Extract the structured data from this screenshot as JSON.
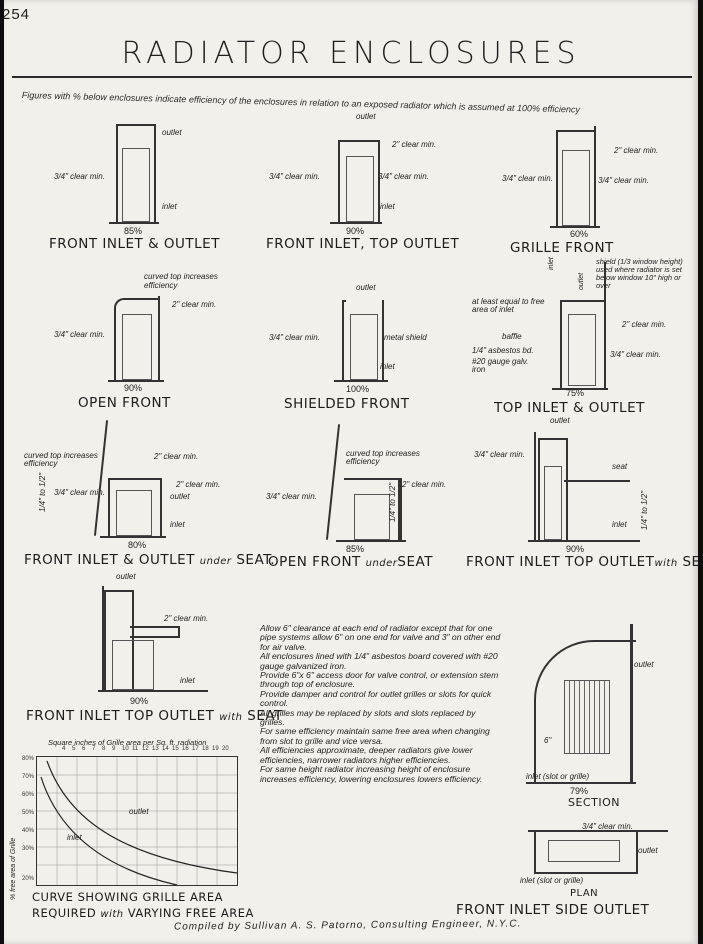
{
  "page": {
    "number": "254",
    "title": "RADIATOR ENCLOSURES",
    "intro": "Figures with % below enclosures indicate efficiency of the enclosures in relation to an exposed radiator which is assumed at 100% efficiency",
    "credit": "Compiled by Sullivan A. S. Patorno, Consulting Engineer, N.Y.C."
  },
  "figures": [
    {
      "caption": "FRONT INLET & OUTLET",
      "percent": "85%",
      "labels": [
        "outlet",
        "3/4\" clear min.",
        "inlet"
      ]
    },
    {
      "caption": "FRONT INLET, TOP OUTLET",
      "percent": "90%",
      "labels": [
        "outlet",
        "2\" clear min.",
        "3/4\" clear min.",
        "3/4\" clear min.",
        "inlet"
      ]
    },
    {
      "caption": "GRILLE FRONT",
      "percent": "60%",
      "labels": [
        "2\" clear min.",
        "3/4\" clear min.",
        "3/4\" clear min."
      ]
    },
    {
      "caption": "OPEN FRONT",
      "percent": "90%",
      "labels": [
        "curved top increases efficiency",
        "2\" clear min.",
        "3/4\" clear min."
      ]
    },
    {
      "caption": "SHIELDED FRONT",
      "percent": "100%",
      "labels": [
        "outlet",
        "3/4\" clear min.",
        "metal shield",
        "inlet"
      ]
    },
    {
      "caption": "TOP INLET & OUTLET",
      "percent": "75%",
      "labels": [
        "shield (1/3 window height) used where radiator is set below window 10\" high or over",
        "at least equal to free area of inlet",
        "2\" clear min.",
        "baffle",
        "1/4\" asbestos bd.",
        "#20 gauge galv. iron",
        "3/4\" clear min.",
        "inlet",
        "outlet"
      ]
    },
    {
      "caption": "FRONT INLET & OUTLET",
      "caption_small": "under",
      "caption_end": "SEAT.",
      "percent": "80%",
      "labels": [
        "curved top increases efficiency",
        "2\" clear min.",
        "2\" clear min.",
        "3/4\" clear min.",
        "outlet",
        "inlet",
        "1/4\" to 1/2\""
      ]
    },
    {
      "caption": "OPEN FRONT",
      "caption_small": "under",
      "caption_end": "SEAT",
      "percent": "85%",
      "labels": [
        "curved top increases efficiency",
        "2\" clear min.",
        "3/4\" clear min.",
        "1/4\" to 1/2\""
      ]
    },
    {
      "caption": "FRONT INLET TOP OUTLET",
      "caption_small": "with",
      "caption_end": "SEAT",
      "percent": "90%",
      "labels": [
        "outlet",
        "3/4\" clear min.",
        "seat",
        "inlet",
        "1/4\" to 1/2\""
      ]
    },
    {
      "caption": "FRONT INLET TOP OUTLET",
      "caption_small": "with",
      "caption_end": "SEAT",
      "percent": "90%",
      "labels": [
        "outlet",
        "2\" clear min.",
        "inlet"
      ]
    }
  ],
  "notes": [
    "Allow 6\" clearance at each end of radiator except that for one pipe systems allow 6\" on one end for valve and 3\" on other end for air valve.",
    "All enclosures lined with 1/4\" asbestos board covered with #20 gauge galvanized iron.",
    "Provide 6\"x 6\" access door for valve control, or extension stem through top of enclosure.",
    "Provide damper and control for outlet grilles or slots for quick control.",
    "All grilles may be replaced by slots and slots replaced by grilles.",
    "For same efficiency maintain same free area when changing from slot to grille and vice versa.",
    "All efficiencies approximate, deeper radiators give lower efficiencies, narrower radiators higher efficiencies.",
    "For same height radiator increasing height of enclosure increases efficiency, lowering enclosures lowers efficiency."
  ],
  "graph": {
    "top_label": "Square inches of Grille area per Sq. ft. radiation",
    "x_ticks": [
      "4",
      "5",
      "6",
      "7",
      "8",
      "9",
      "10",
      "11",
      "12",
      "13",
      "14",
      "15",
      "16",
      "17",
      "18",
      "19",
      "20"
    ],
    "y_label": "% free area of Grille",
    "y_ticks": [
      "80%",
      "70%",
      "60%",
      "50%",
      "40%",
      "30%",
      "20%"
    ],
    "curve_labels": [
      "outlet",
      "inlet"
    ],
    "caption_line1": "CURVE SHOWING GRILLE AREA",
    "caption_line2_a": "REQUIRED",
    "caption_line2_small": "with",
    "caption_line2_b": "VARYING FREE AREA"
  },
  "section": {
    "labels": [
      "outlet",
      "6\"",
      "inlet (slot or grille)"
    ],
    "percent": "79%",
    "caption": "SECTION"
  },
  "plan": {
    "labels": [
      "3/4\" clear min.",
      "outlet",
      "inlet (slot or grille)"
    ],
    "caption": "PLAN",
    "figure_caption": "FRONT INLET SIDE OUTLET"
  }
}
